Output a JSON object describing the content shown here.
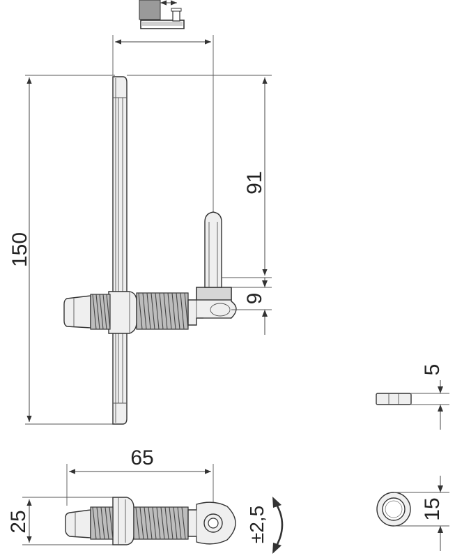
{
  "dimensions": {
    "height_total": "150",
    "pin_height": "91",
    "eye_offset": "9",
    "washer_thickness": "5",
    "washer_diameter": "15",
    "width": "65",
    "side_width": "25",
    "adjustment": "±2,5"
  },
  "colors": {
    "line": "#333333",
    "metal": "#d6d6d6",
    "thread": "#bdbdbd"
  },
  "icons": {
    "top_symbol": "mounting-position-icon",
    "rotation_arrow": "rotation-arrow-icon"
  }
}
